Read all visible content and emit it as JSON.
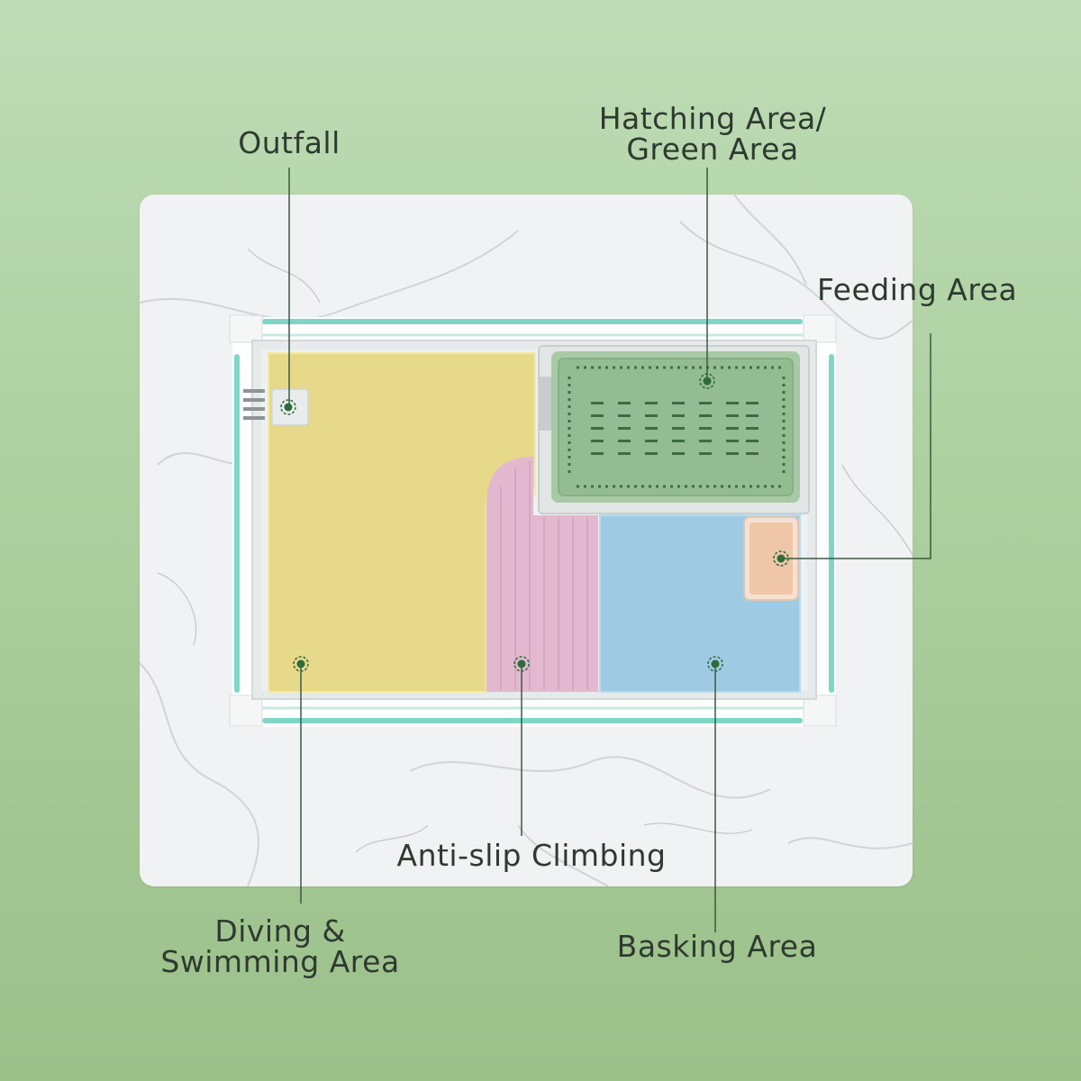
{
  "labels": {
    "outfall": {
      "lines": [
        "Outfall"
      ]
    },
    "hatching": {
      "lines": [
        "Hatching Area/",
        "Green Area"
      ]
    },
    "feeding": {
      "lines": [
        "Feeding Area"
      ]
    },
    "antislip": {
      "lines": [
        "Anti-slip Climbing"
      ]
    },
    "diving": {
      "lines": [
        "Diving &",
        "Swimming Area"
      ]
    },
    "basking": {
      "lines": [
        "Basking Area"
      ]
    }
  },
  "colors": {
    "swimming_area": "#e6d98a",
    "climbing_ramp": "#e2b9cf",
    "basking_area": "#9fcae3",
    "hatching_area": "#93bc93",
    "feeding_area": "#efc6a8",
    "tank_frame": "#7fd6c6",
    "callout_dot": "#2f6b3a",
    "callout_line": "#3c5a40"
  }
}
